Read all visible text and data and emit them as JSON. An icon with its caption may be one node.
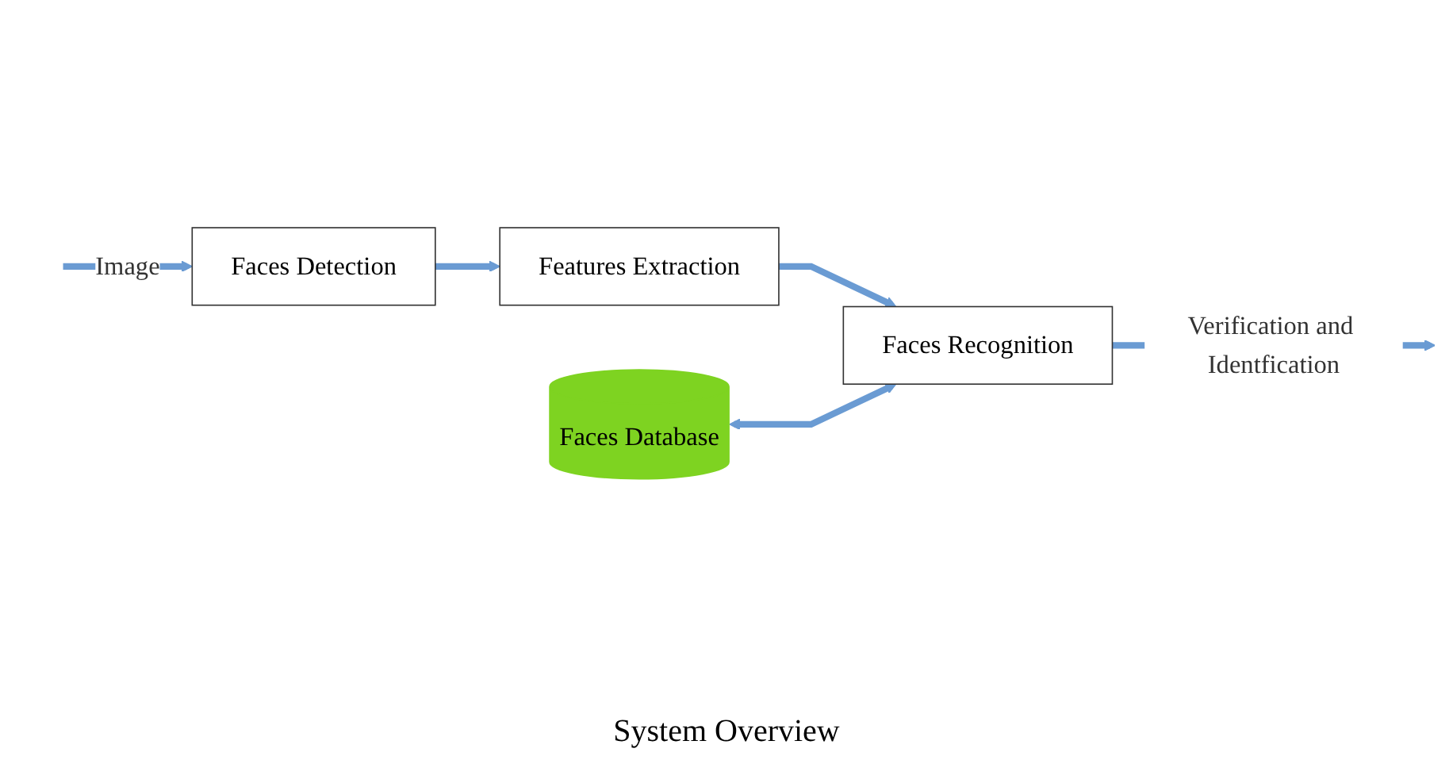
{
  "diagram": {
    "caption": "System Overview",
    "nodes": [
      {
        "text": [
          "Faces Detection"
        ]
      },
      {
        "text": [
          "Features Extraction"
        ]
      },
      {
        "text": [
          "Faces Database"
        ]
      },
      {
        "text": [
          "Faces Recognition"
        ]
      }
    ],
    "edges": [
      {
        "from": null,
        "to": 0,
        "arrow": "to",
        "label": "Image"
      },
      {
        "from": 0,
        "to": 1,
        "arrow": "to"
      },
      {
        "from": 1,
        "to": 3,
        "arrow": "to"
      },
      {
        "from": 2,
        "to": 3,
        "arrow": "both"
      },
      {
        "from": 3,
        "to": null,
        "arrow": "to",
        "label": "Verification and Identfication"
      }
    ]
  }
}
